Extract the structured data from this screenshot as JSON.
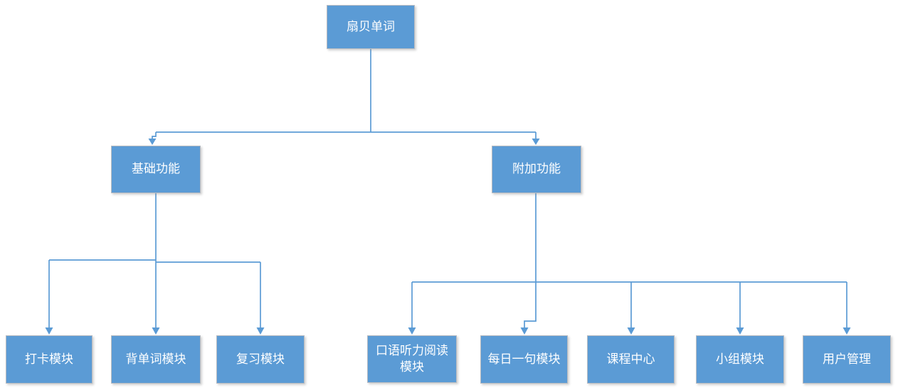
{
  "diagram": {
    "nodes": [
      {
        "id": "root",
        "label": "扇贝单词"
      },
      {
        "id": "basic",
        "label": "基础功能"
      },
      {
        "id": "addon",
        "label": "附加功能"
      },
      {
        "id": "checkin",
        "label": "打卡模块"
      },
      {
        "id": "memorize",
        "label": "背单词模块"
      },
      {
        "id": "review",
        "label": "复习模块"
      },
      {
        "id": "oral",
        "label": "口语听力阅读模块"
      },
      {
        "id": "daily",
        "label": "每日一句模块"
      },
      {
        "id": "course",
        "label": "课程中心"
      },
      {
        "id": "group",
        "label": "小组模块"
      },
      {
        "id": "user",
        "label": "用户管理"
      }
    ],
    "edges": [
      {
        "from": "扇贝单词",
        "to": "基础功能"
      },
      {
        "from": "扇贝单词",
        "to": "附加功能"
      },
      {
        "from": "基础功能",
        "to": "打卡模块"
      },
      {
        "from": "基础功能",
        "to": "背单词模块"
      },
      {
        "from": "基础功能",
        "to": "复习模块"
      },
      {
        "from": "附加功能",
        "to": "口语听力阅读模块"
      },
      {
        "from": "附加功能",
        "to": "每日一句模块"
      },
      {
        "from": "附加功能",
        "to": "课程中心"
      },
      {
        "from": "附加功能",
        "to": "小组模块"
      },
      {
        "from": "附加功能",
        "to": "用户管理"
      }
    ],
    "colors": {
      "node_fill": "#5b9bd5",
      "node_text": "#ffffff",
      "node_border": "#b8bcc2",
      "connector": "#5b9bd5"
    }
  }
}
